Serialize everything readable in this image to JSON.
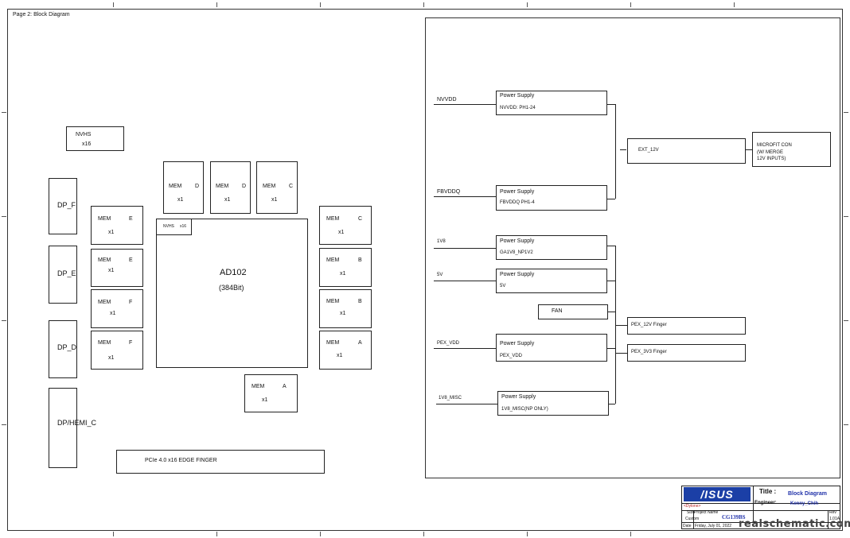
{
  "page_title": "Page 2: Block Diagram",
  "left": {
    "nvhs": {
      "name": "NVHS",
      "sub": "x16"
    },
    "dp_ports": [
      "DP_F",
      "DP_E",
      "DP_D",
      "DP/HEMI_C"
    ],
    "gpu": {
      "name": "AD102",
      "bus": "(384Bit)",
      "tag_a": "NVHS",
      "tag_b": "x16"
    },
    "mem_left": [
      {
        "name": "MEM",
        "ch": "E",
        "count": "x1"
      },
      {
        "name": "MEM",
        "ch": "E",
        "count": "x1"
      },
      {
        "name": "MEM",
        "ch": "F",
        "count": "x1"
      },
      {
        "name": "MEM",
        "ch": "F",
        "count": "x1"
      }
    ],
    "mem_top": [
      {
        "name": "MEM",
        "ch": "D",
        "count": "x1"
      },
      {
        "name": "MEM",
        "ch": "D",
        "count": "x1"
      },
      {
        "name": "MEM",
        "ch": "C",
        "count": "x1"
      }
    ],
    "mem_right": [
      {
        "name": "MEM",
        "ch": "C",
        "count": "x1"
      },
      {
        "name": "MEM",
        "ch": "B",
        "count": "x1"
      },
      {
        "name": "MEM",
        "ch": "B",
        "count": "x1"
      },
      {
        "name": "MEM",
        "ch": "A",
        "count": "x1"
      }
    ],
    "mem_bottom": {
      "name": "MEM",
      "ch": "A",
      "count": "x1"
    },
    "pcie": "PCIe 4.0 x16 EDGE FINGER"
  },
  "right": {
    "rails": [
      {
        "net": "NVVDD",
        "title": "Power Supply",
        "sub": "NVVDD: PH1-24"
      },
      {
        "net": "FBVDDQ",
        "title": "Power Supply",
        "sub": "FBVDDQ PH1-4"
      },
      {
        "net": "1V8",
        "title": "Power Supply",
        "sub": "GA1V8_NP1V2"
      },
      {
        "net": "5V",
        "title": "Power Supply",
        "sub": "5V"
      },
      {
        "net": "PEX_VDD",
        "title": "Power Supply",
        "sub": "PEX_VDD"
      },
      {
        "net": "1V8_MISC",
        "title": "Power Supply",
        "sub": "1V8_MISC(NP ONLY)"
      }
    ],
    "fan": "FAN",
    "ext": "EXT_12V",
    "microfit": [
      "MICROFIT CON",
      "(W/ MERGE",
      "12V INPUTS)"
    ],
    "pex12": "PEX_12V Finger",
    "pex33": "PEX_3V3 Finger"
  },
  "title_block": {
    "logo": "/ISUS",
    "title_label": "Title :",
    "title_value": "Block Diagram",
    "engineer_label": "Engineer:",
    "engineer_value": "Kenny_Chih",
    "customer": "<Dylone>",
    "size_label": "Size",
    "size_value": "Custom",
    "project_label": "Project Name",
    "project_value": "CG139BS",
    "rev_label": "Rev",
    "rev_value": "1.01A",
    "date_label": "Date",
    "date_value": "Friday, July 01, 2022"
  },
  "watermark": "realschematic.com"
}
